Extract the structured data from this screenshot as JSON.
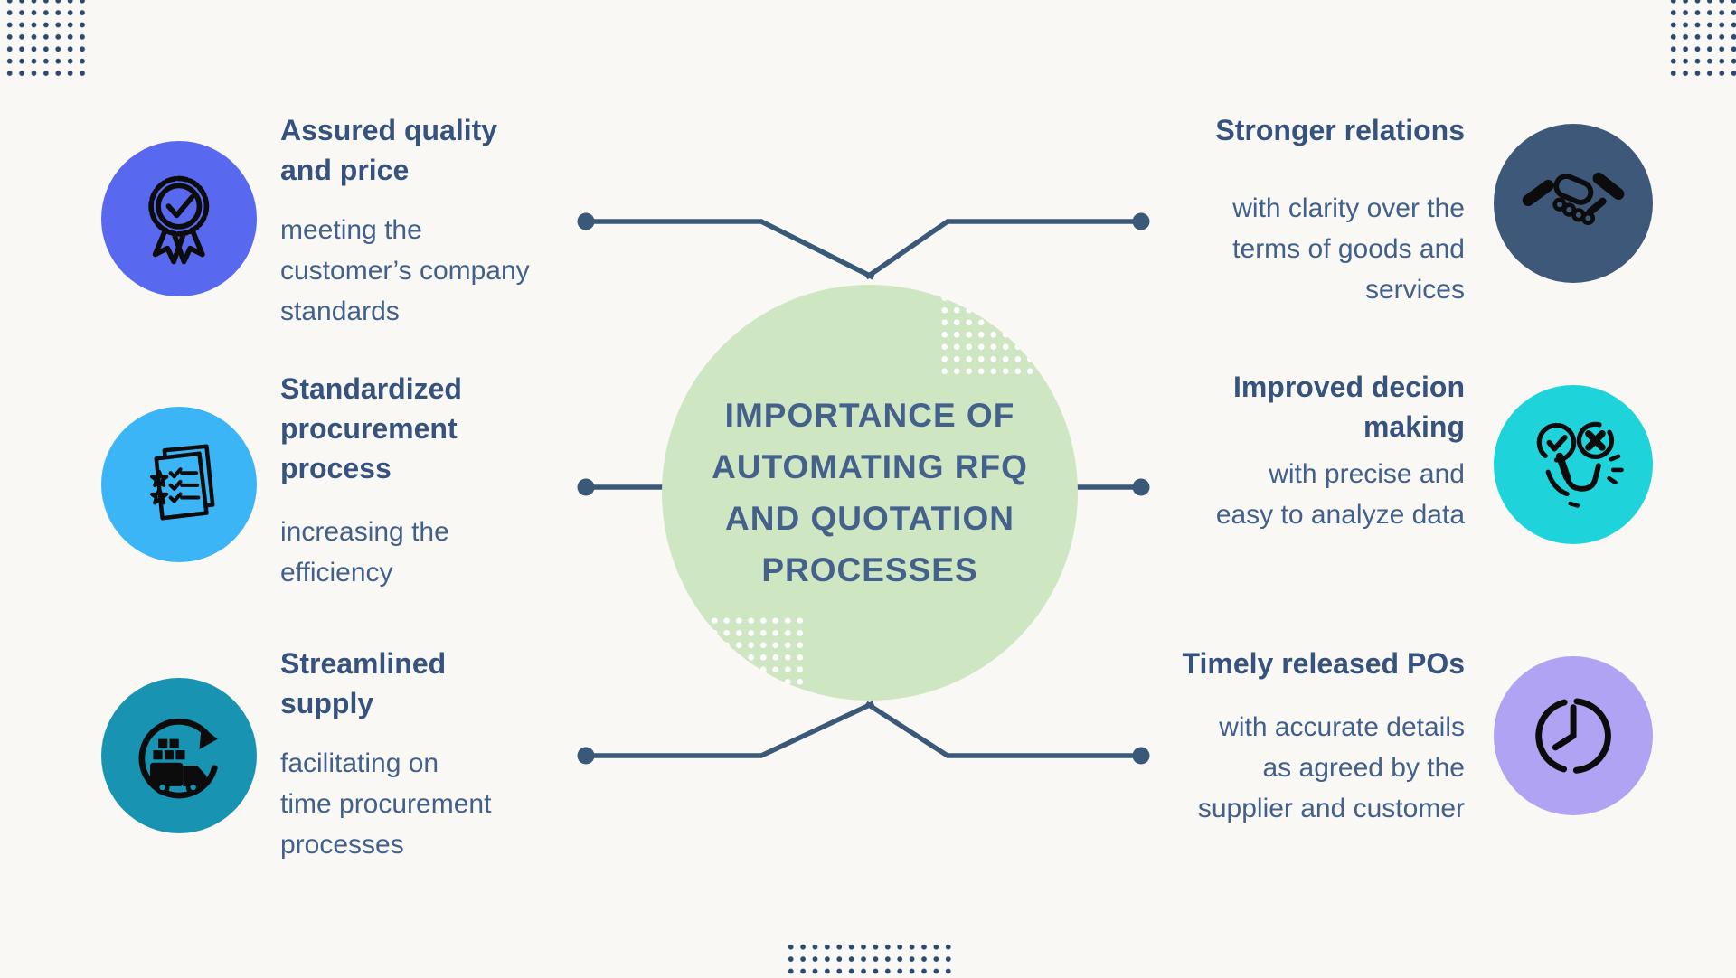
{
  "colors": {
    "background": "#faf8f4",
    "heading_text": "#35537e",
    "body_text": "#41608c",
    "center_text": "#44618c",
    "center_circle": "#cee6c2",
    "connector": "#3a5878",
    "corner_dots": "#2c4a70",
    "icon_stroke": "#0c0c0c",
    "white_dots": "#ffffff"
  },
  "center": {
    "title": "IMPORTANCE OF AUTOMATING RFQ AND QUOTATION PROCESSES",
    "title_lines": [
      "IMPORTANCE OF",
      "AUTOMATING RFQ",
      "AND QUOTATION",
      "PROCESSES"
    ]
  },
  "items": [
    {
      "heading": "Assured quality and price",
      "heading_lines": [
        "Assured quality",
        "and price"
      ],
      "body": "meeting the customer’s company standards",
      "body_lines": [
        "meeting the",
        "customer’s company",
        "standards"
      ],
      "icon": "award-ribbon-icon",
      "circle_color": "#5868ef"
    },
    {
      "heading": "Standardized procurement process",
      "heading_lines": [
        "Standardized",
        "procurement",
        "process"
      ],
      "body": "increasing the efficiency",
      "body_lines": [
        "increasing the",
        "efficiency"
      ],
      "icon": "checklist-icon",
      "circle_color": "#3bb5f6"
    },
    {
      "heading": "Streamlined supply",
      "heading_lines": [
        "Streamlined",
        "supply"
      ],
      "body": "facilitating on time procurement processes",
      "body_lines": [
        "facilitating on",
        "time procurement",
        "processes"
      ],
      "icon": "delivery-truck-cycle-icon",
      "circle_color": "#1894b2"
    },
    {
      "heading": "Stronger relations",
      "heading_lines": [
        "Stronger relations"
      ],
      "body": "with clarity over the terms of goods and services",
      "body_lines": [
        "with clarity over the",
        "terms of goods and",
        "services"
      ],
      "icon": "handshake-icon",
      "circle_color": "#3e587a"
    },
    {
      "heading": "Improved decion making",
      "heading_lines": [
        "Improved decion",
        "making"
      ],
      "body": "with precise and easy to analyze data",
      "body_lines": [
        "with precise and",
        "easy to analyze data"
      ],
      "icon": "decision-choice-icon",
      "circle_color": "#1ed4da"
    },
    {
      "heading": "Timely released POs",
      "heading_lines": [
        "Timely released POs"
      ],
      "body": "with accurate details as agreed by the supplier and customer",
      "body_lines": [
        "with accurate details",
        "as agreed by the",
        "supplier and customer"
      ],
      "icon": "clock-icon",
      "circle_color": "#b1a3f4"
    }
  ]
}
